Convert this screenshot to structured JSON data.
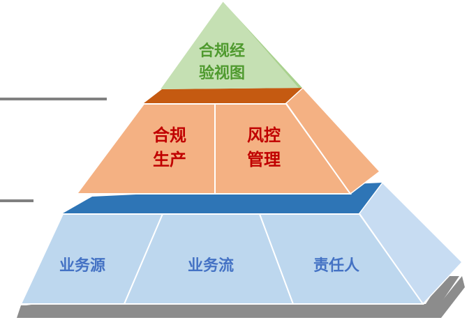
{
  "pyramid": {
    "top": {
      "line1": "合规经",
      "line2": "验视图",
      "color": "#4f9a2f",
      "fill": "#c5e0b3"
    },
    "middle": {
      "left": {
        "line1": "合规",
        "line2": "生产"
      },
      "right": {
        "line1": "风控",
        "line2": "管理"
      },
      "text_color": "#c00000",
      "fill": "#f4b183",
      "top_fill": "#c55a11"
    },
    "base": {
      "cells": [
        "业务源",
        "业务流",
        "责任人"
      ],
      "text_color": "#4472c4",
      "fill": "#bdd7ee",
      "top_fill": "#2e75b6",
      "shadow_fill": "#8c8c8c"
    }
  }
}
